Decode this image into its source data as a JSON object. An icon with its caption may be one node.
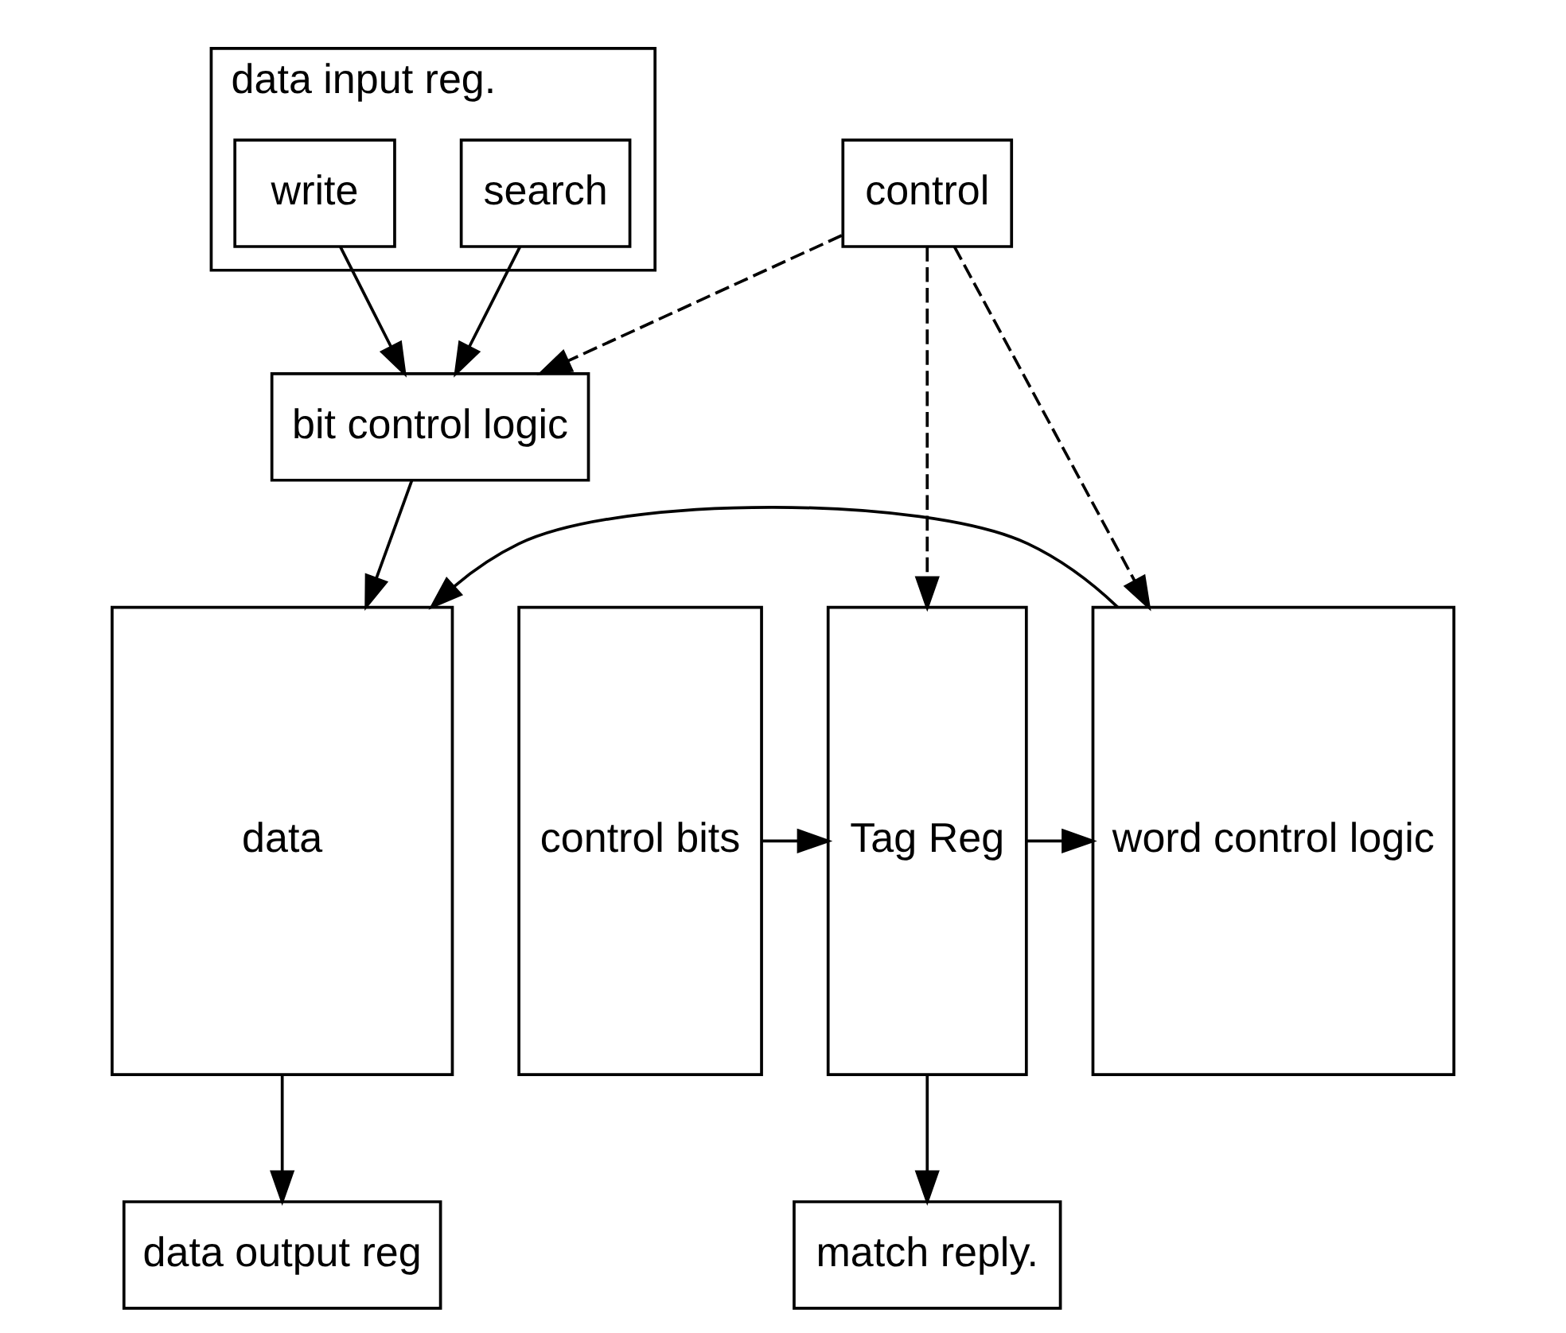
{
  "diagram": {
    "nodes": [
      {
        "text": [
          "data input reg."
        ]
      },
      {
        "text": [
          "search"
        ],
        "in": 0
      },
      {
        "text": [
          "write"
        ],
        "in": 0
      },
      {
        "text": [
          "bit control logic"
        ]
      },
      {
        "text": [
          "control"
        ]
      },
      {
        "text": [
          "data"
        ]
      },
      {
        "text": [
          "control bits"
        ]
      },
      {
        "text": [
          "Tag Reg"
        ]
      },
      {
        "text": [
          "word control logic"
        ]
      },
      {
        "text": [
          "data output reg"
        ]
      },
      {
        "text": [
          "match reply."
        ]
      }
    ],
    "edges": [
      {
        "from": 1,
        "to": 3,
        "arrow": "to"
      },
      {
        "from": 2,
        "to": 3,
        "arrow": "to"
      },
      {
        "from": 4,
        "to": 3,
        "arrow": "to",
        "style": "dashed"
      },
      {
        "from": 4,
        "to": 7,
        "arrow": "to",
        "style": "dashed"
      },
      {
        "from": 4,
        "to": 8,
        "arrow": "to",
        "style": "dashed"
      },
      {
        "from": 3,
        "to": 5,
        "arrow": "to"
      },
      {
        "from": 6,
        "to": 7,
        "arrow": "to"
      },
      {
        "from": 7,
        "to": 8,
        "arrow": "to"
      },
      {
        "from": 8,
        "to": 5,
        "arrow": "to"
      },
      {
        "from": 5,
        "to": 9,
        "arrow": "to"
      },
      {
        "from": 7,
        "to": 10,
        "arrow": "to"
      }
    ]
  }
}
